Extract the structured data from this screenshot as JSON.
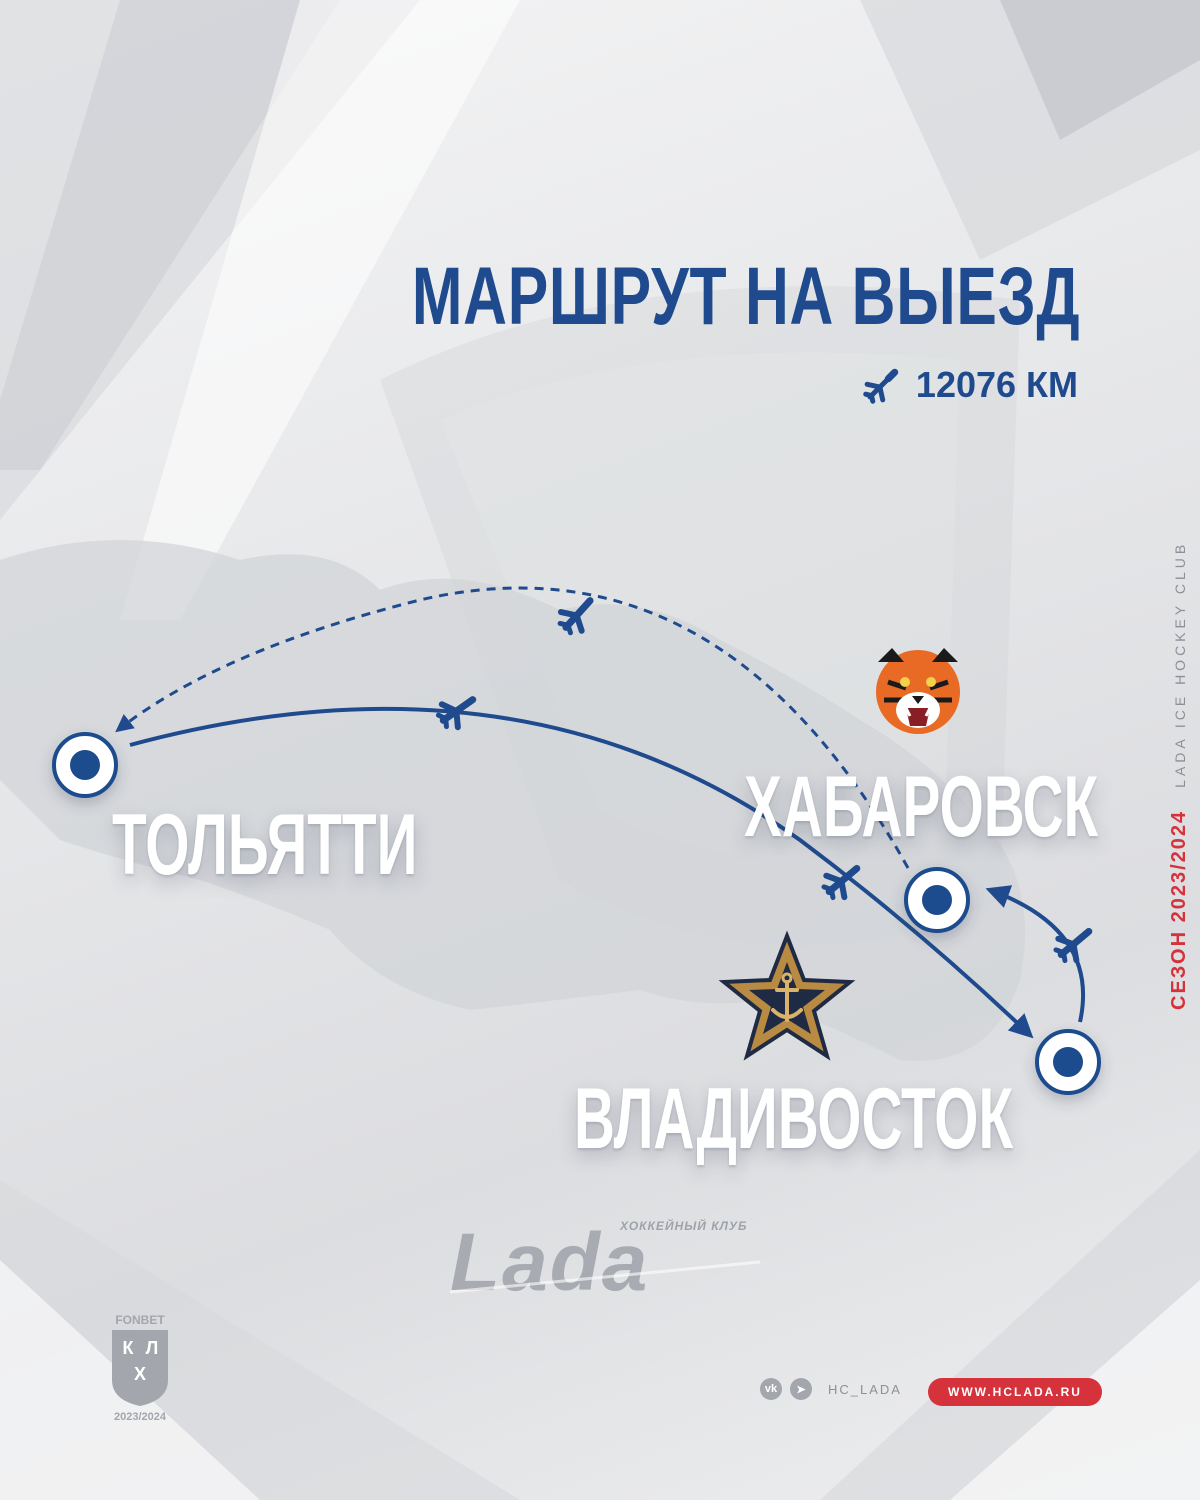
{
  "header": {
    "title": "МАРШРУТ НА ВЫЕЗД",
    "distance": "12076 КМ",
    "distance_icon": "airplane-icon"
  },
  "sidebar": {
    "season": "СЕЗОН 2023/2024",
    "club": "LADA ICE HOCKEY CLUB"
  },
  "map": {
    "cities": [
      {
        "name": "ТОЛЬЯТТИ",
        "logo": null
      },
      {
        "name": "ХАБАРОВСК",
        "logo": "amur-tiger-logo"
      },
      {
        "name": "ВЛАДИВОСТОК",
        "logo": "admiral-star-anchor-logo"
      }
    ],
    "route": [
      {
        "from": "ТОЛЬЯТТИ",
        "to": "ВЛАДИВОСТОК",
        "style": "solid"
      },
      {
        "from": "ВЛАДИВОСТОК",
        "to": "ХАБАРОВСК",
        "style": "solid"
      },
      {
        "from": "ХАБАРОВСК",
        "to": "ТОЛЬЯТТИ",
        "style": "dashed"
      }
    ]
  },
  "branding": {
    "lada_wordmark": "Lada",
    "lada_subtitle": "ХОККЕЙНЫЙ КЛУБ",
    "khl_sponsor": "FONBET",
    "khl_letters": [
      "К",
      "Л",
      "Х"
    ],
    "khl_season": "2023/2024"
  },
  "footer": {
    "social_icons": [
      "vk-icon",
      "telegram-icon"
    ],
    "handle": "HC_LADA",
    "website": "WWW.HCLADA.RU"
  },
  "colors": {
    "primary": "#1f4b8e",
    "accent": "#d5323b",
    "background": "#e9eaec"
  }
}
